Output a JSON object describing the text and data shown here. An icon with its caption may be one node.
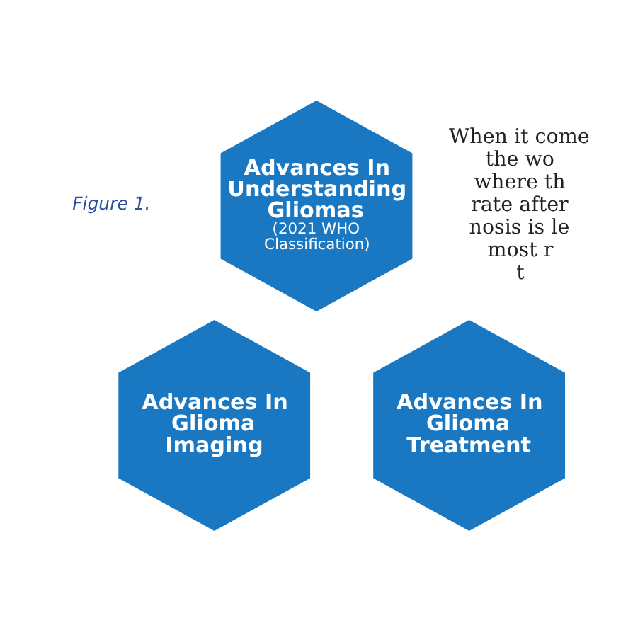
{
  "diagram": {
    "nodes": [
      {
        "text": [
          "Advances In Understanding Gliomas",
          "(2021 WHO Classification)"
        ]
      },
      {
        "text": [
          "Advances In Glioma Imaging"
        ]
      },
      {
        "text": [
          "Advances In Glioma Treatment"
        ]
      }
    ],
    "labels": [
      "Figure 1.",
      "When it come",
      "the wo",
      "where th",
      "rate after",
      "nosis is le",
      "most r",
      "t"
    ]
  }
}
